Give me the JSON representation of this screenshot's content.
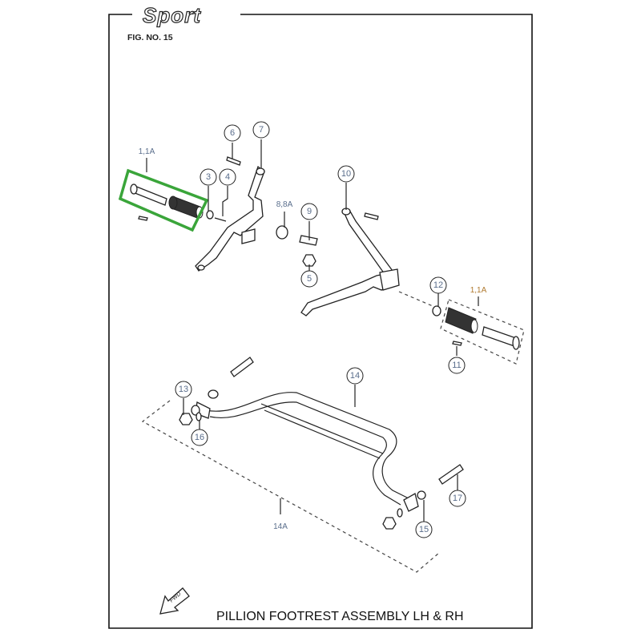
{
  "header": {
    "brand": "Sport",
    "figure": "FIG. NO. 15"
  },
  "footer": {
    "title": "PILLION FOOTREST ASSEMBLY LH & RH",
    "direction_label": "FWD"
  },
  "highlight": {
    "color": "#3aa53a",
    "target": "1,1A (LH)"
  },
  "callouts": [
    {
      "id": "1-1a-lh",
      "label": "1,1A"
    },
    {
      "id": "3",
      "label": "3"
    },
    {
      "id": "4",
      "label": "4"
    },
    {
      "id": "5",
      "label": "5"
    },
    {
      "id": "6",
      "label": "6"
    },
    {
      "id": "7",
      "label": "7"
    },
    {
      "id": "8-8a",
      "label": "8,8A"
    },
    {
      "id": "9",
      "label": "9"
    },
    {
      "id": "10",
      "label": "10"
    },
    {
      "id": "11",
      "label": "11"
    },
    {
      "id": "12",
      "label": "12"
    },
    {
      "id": "1-1a-rh",
      "label": "1,1A"
    },
    {
      "id": "13",
      "label": "13"
    },
    {
      "id": "14",
      "label": "14"
    },
    {
      "id": "14a",
      "label": "14A"
    },
    {
      "id": "15",
      "label": "15"
    },
    {
      "id": "16",
      "label": "16"
    },
    {
      "id": "17",
      "label": "17"
    }
  ]
}
